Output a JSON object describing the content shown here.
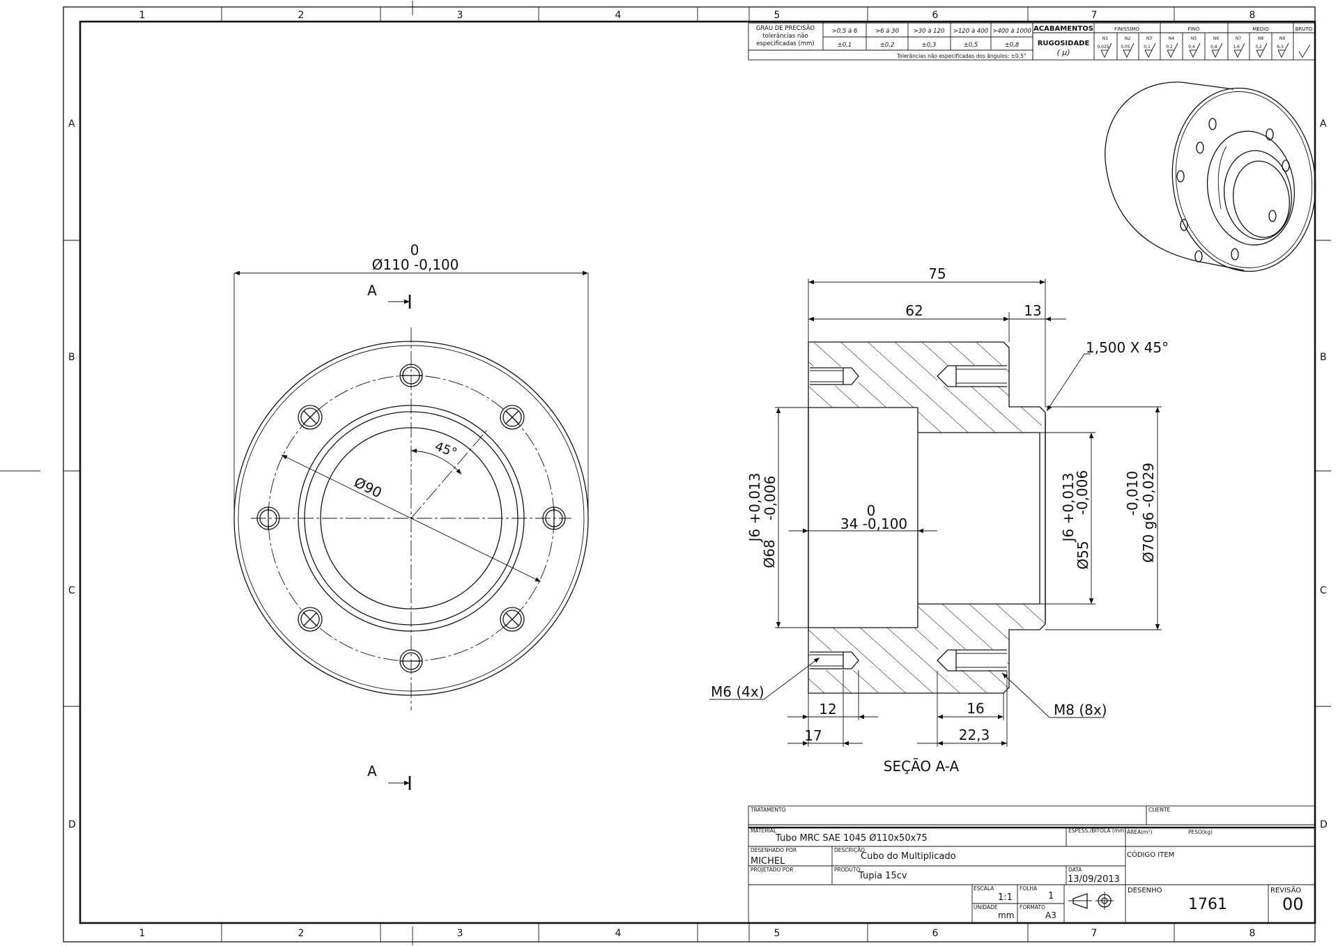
{
  "zones": {
    "columns": [
      "1",
      "2",
      "3",
      "4",
      "5",
      "6",
      "7",
      "8"
    ],
    "rows": [
      "A",
      "B",
      "C",
      "D"
    ]
  },
  "tolerance_table": {
    "header_label": [
      "GRAU DE PRECISÃO",
      "tolerâncias não",
      "especificadas (mm)"
    ],
    "ranges": [
      ">0,5 à 6",
      ">6 à 30",
      ">30 à 120",
      ">120 à 400",
      ">400 à 1000"
    ],
    "values": [
      "±0,1",
      "±0,2",
      "±0,3",
      "±0,5",
      "±0,8"
    ],
    "angles_note": "Tolerâncias não especificadas dos ângulos: ±0,5°"
  },
  "finish_table": {
    "title": "ACABAMENTOS",
    "rugosity_label": "RUGOSIDADE",
    "rugosity_unit": "( μ)",
    "groups": [
      "FINISSIMO",
      "FINO",
      "MÉDIO",
      "BRUTO"
    ],
    "codes": [
      "N1",
      "N2",
      "N3",
      "N4",
      "N5",
      "N6",
      "N7",
      "N8",
      "N9"
    ],
    "values": [
      "0,025",
      "0,05",
      "0,1",
      "0,2",
      "0,4",
      "0,8",
      "1,6",
      "3,2",
      "6,3"
    ]
  },
  "front_view": {
    "outer_dim_upper": "0",
    "outer_dim_main": "Ø110 -0,100",
    "angle": "45°",
    "bolt_circle": "Ø90",
    "section_marker": "A"
  },
  "section_view": {
    "title": "SEÇÃO A-A",
    "length_total": "75",
    "length_a": "62",
    "length_b": "13",
    "chamfer": "1,500 X 45°",
    "bore_left_fit_1": "J6 +0,013",
    "bore_left_fit_2": "-0,006",
    "bore_left_dia": "Ø68",
    "inner_len_upper": "0",
    "inner_len_main": "34 -0,100",
    "bore_right_fit_1": "J6 +0,013",
    "bore_right_fit_2": "-0,006",
    "bore_right_dia": "Ø55",
    "shaft_fit_1": "-0,010",
    "shaft_fit_2": "Ø70 g6 -0,029",
    "thread_left": "M6 (4x)",
    "thread_right": "M8 (8x)",
    "dim_12": "12",
    "dim_17": "17",
    "dim_16": "16",
    "dim_22": "22,3"
  },
  "title_block": {
    "tratamento_label": "TRATAMENTO",
    "cliente_label": "CLIENTE",
    "material_label": "MATERIAL",
    "material_value": "Tubo MRC SAE 1045  Ø110x50x75",
    "espess_label": "ESPESS./BITOLA (mm)",
    "area_label": "ÁREA(m²)",
    "peso_label": "PESO(kg)",
    "desenhado_label": "DESENHADO POR",
    "desenhado_value": "MICHEL",
    "descricao_label": "DESCRIÇÃO",
    "descricao_value": "Cubo do Multiplicado",
    "codigo_label": "CÓDIGO ITEM",
    "projetado_label": "PROJETADO POR",
    "produto_label": "PRODUTO",
    "produto_value": "Tupia 15cv",
    "data_label": "DATA",
    "data_value": "13/09/2013",
    "escala_label": "ESCALA",
    "escala_value": "1:1",
    "folha_label": "FOLHA",
    "folha_value": "1",
    "unidade_label": "UNIDADE",
    "unidade_value": "mm",
    "formato_label": "FORMATO",
    "formato_value": "A3",
    "desenho_label": "DESENHO",
    "desenho_value": "1761",
    "revisao_label": "REVISÃO",
    "revisao_value": "00"
  }
}
